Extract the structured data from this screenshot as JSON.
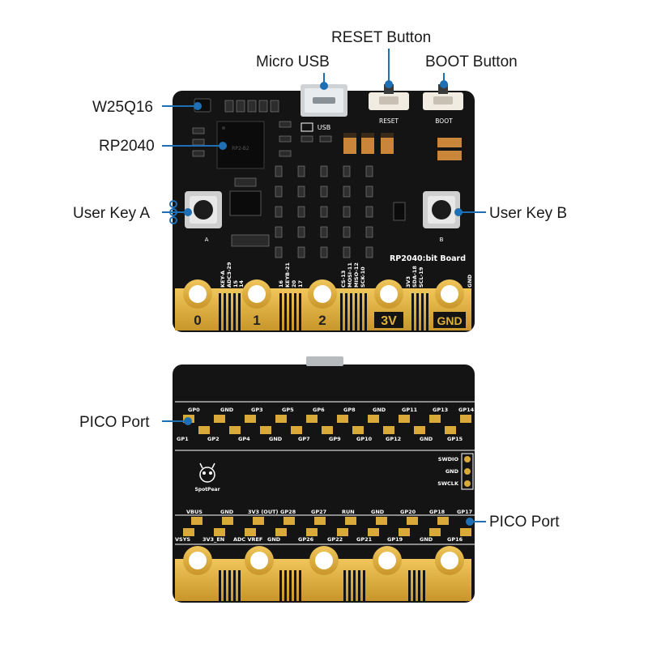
{
  "callouts": {
    "reset": "RESET Button",
    "micro_usb": "Micro USB",
    "boot": "BOOT Button",
    "w25q16": "W25Q16",
    "rp2040": "RP2040",
    "user_key_a": "User Key A",
    "user_key_b": "User Key B",
    "pico_port_top": "PICO Port",
    "pico_port_bottom": "PICO Port"
  },
  "front_board": {
    "usb_label": "USB",
    "reset_label": "RESET",
    "boot_label": "BOOT",
    "key_a_label": "A",
    "key_b_label": "B",
    "board_name": "RP2040:bit Board",
    "pads": [
      "0",
      "1",
      "2",
      "3V",
      "GND"
    ],
    "edge_labels": [
      "KEY-A",
      "ADC3-29",
      "15",
      "14",
      "16",
      "KEYB-21",
      "20",
      "17",
      "CS-13",
      "MOSI-11",
      "MISO-12",
      "SCK-10",
      "3V3",
      "SDA-18",
      "SCL-19",
      "GND"
    ]
  },
  "back_board": {
    "logo_text": "SpotPear",
    "top_row_upper": [
      "GP0",
      "GND",
      "GP3",
      "GP5",
      "GP6",
      "GP8",
      "GND",
      "GP11",
      "GP13",
      "GP14"
    ],
    "top_row_lower": [
      "GP1",
      "GP2",
      "GP4",
      "GND",
      "GP7",
      "GP9",
      "GP10",
      "GP12",
      "GND",
      "GP15"
    ],
    "debug_labels": [
      "SWDIO",
      "GND",
      "SWCLK"
    ],
    "bottom_row_upper": [
      "VBUS",
      "GND",
      "3V3 (OUT)",
      "GP28",
      "GP27",
      "RUN",
      "GND",
      "GP20",
      "GP18",
      "GP17"
    ],
    "bottom_row_lower": [
      "VSYS",
      "3V3_EN",
      "ADC VREF",
      "GND",
      "GP26",
      "GP22",
      "GP21",
      "GP19",
      "GND",
      "GP16"
    ]
  },
  "colors": {
    "pcb": "#141414",
    "gold": "#e0b23c",
    "callout_line": "#1f6fb5",
    "silk": "#ffffff"
  }
}
